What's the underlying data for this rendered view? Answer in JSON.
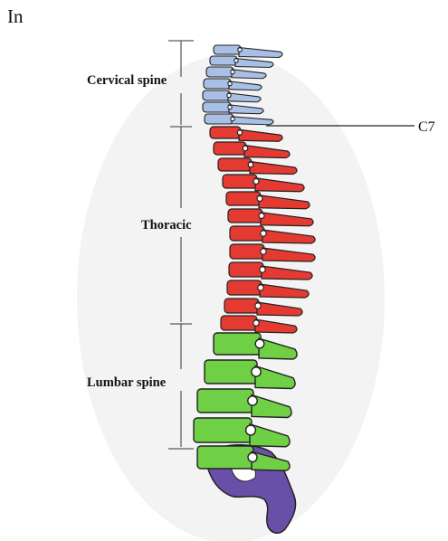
{
  "top_word": "In",
  "labels": {
    "cervical": "Cervical spine",
    "thoracic": "Thoracic",
    "lumbar": "Lumbar spine",
    "c7": "C7"
  },
  "colors": {
    "cervical": "#a9c0e6",
    "thoracic": "#e53a32",
    "lumbar": "#6fcf45",
    "sacrum": "#6a4fa8",
    "outline": "#222222"
  }
}
